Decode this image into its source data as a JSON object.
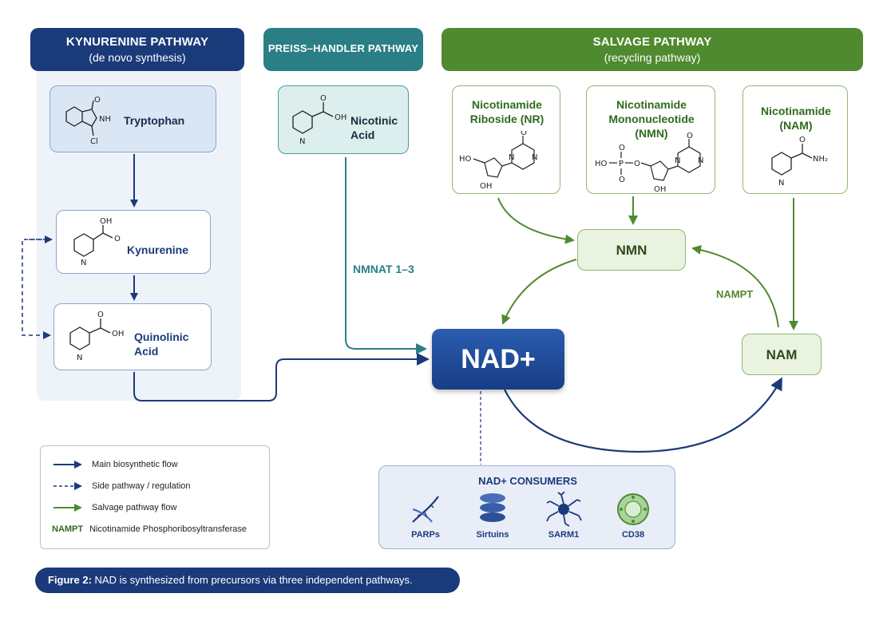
{
  "headers": {
    "kynurenine": {
      "title": "KYNURENINE PATHWAY",
      "subtitle": "(de novo synthesis)"
    },
    "preiss": {
      "title": "PREISS–HANDLER PATHWAY"
    },
    "salvage": {
      "title": "SALVAGE PATHWAY",
      "subtitle": "(recycling pathway)"
    }
  },
  "kynurenine_nodes": {
    "tryptophan": "Tryptophan",
    "kynurenine": "Kynurenine",
    "quinolinic_line1": "Quinolinic",
    "quinolinic_line2": "Acid"
  },
  "preiss_nodes": {
    "nicotinic_line1": "Nicotinic",
    "nicotinic_line2": "Acid"
  },
  "salvage_precursors": {
    "nr_line1": "Nicotinamide",
    "nr_line2": "Riboside (NR)",
    "nmn_line1": "Nicotinamide",
    "nmn_line2": "Mononucleotide",
    "nmn_line3": "(NMN)",
    "nam_line1": "Nicotinamide",
    "nam_line2": "(NAM)"
  },
  "center": {
    "nad": "NAD+",
    "nmn_node": "NMN",
    "nam_node": "NAM"
  },
  "edge_labels": {
    "nmnat": "NMNAT 1–3",
    "nampt": "NAMPT"
  },
  "consumers": {
    "title": "NAD+ CONSUMERS",
    "items": [
      "PARPs",
      "Sirtuins",
      "SARM1",
      "CD38"
    ]
  },
  "legend": {
    "main": "Main biosynthetic flow",
    "side": "Side pathway / regulation",
    "salvage": "Salvage pathway flow",
    "abbr": "NAMPT",
    "abbr_def": "Nicotinamide Phosphoribosyltransferase"
  },
  "caption": {
    "label": "Figure 2:",
    "text": " NAD is synthesized from precursors via three independent pathways."
  },
  "colors": {
    "navy": "#1a3a7c",
    "teal": "#2a7f86",
    "green": "#4f8a2f",
    "dark_green": "#2e6b1f"
  }
}
